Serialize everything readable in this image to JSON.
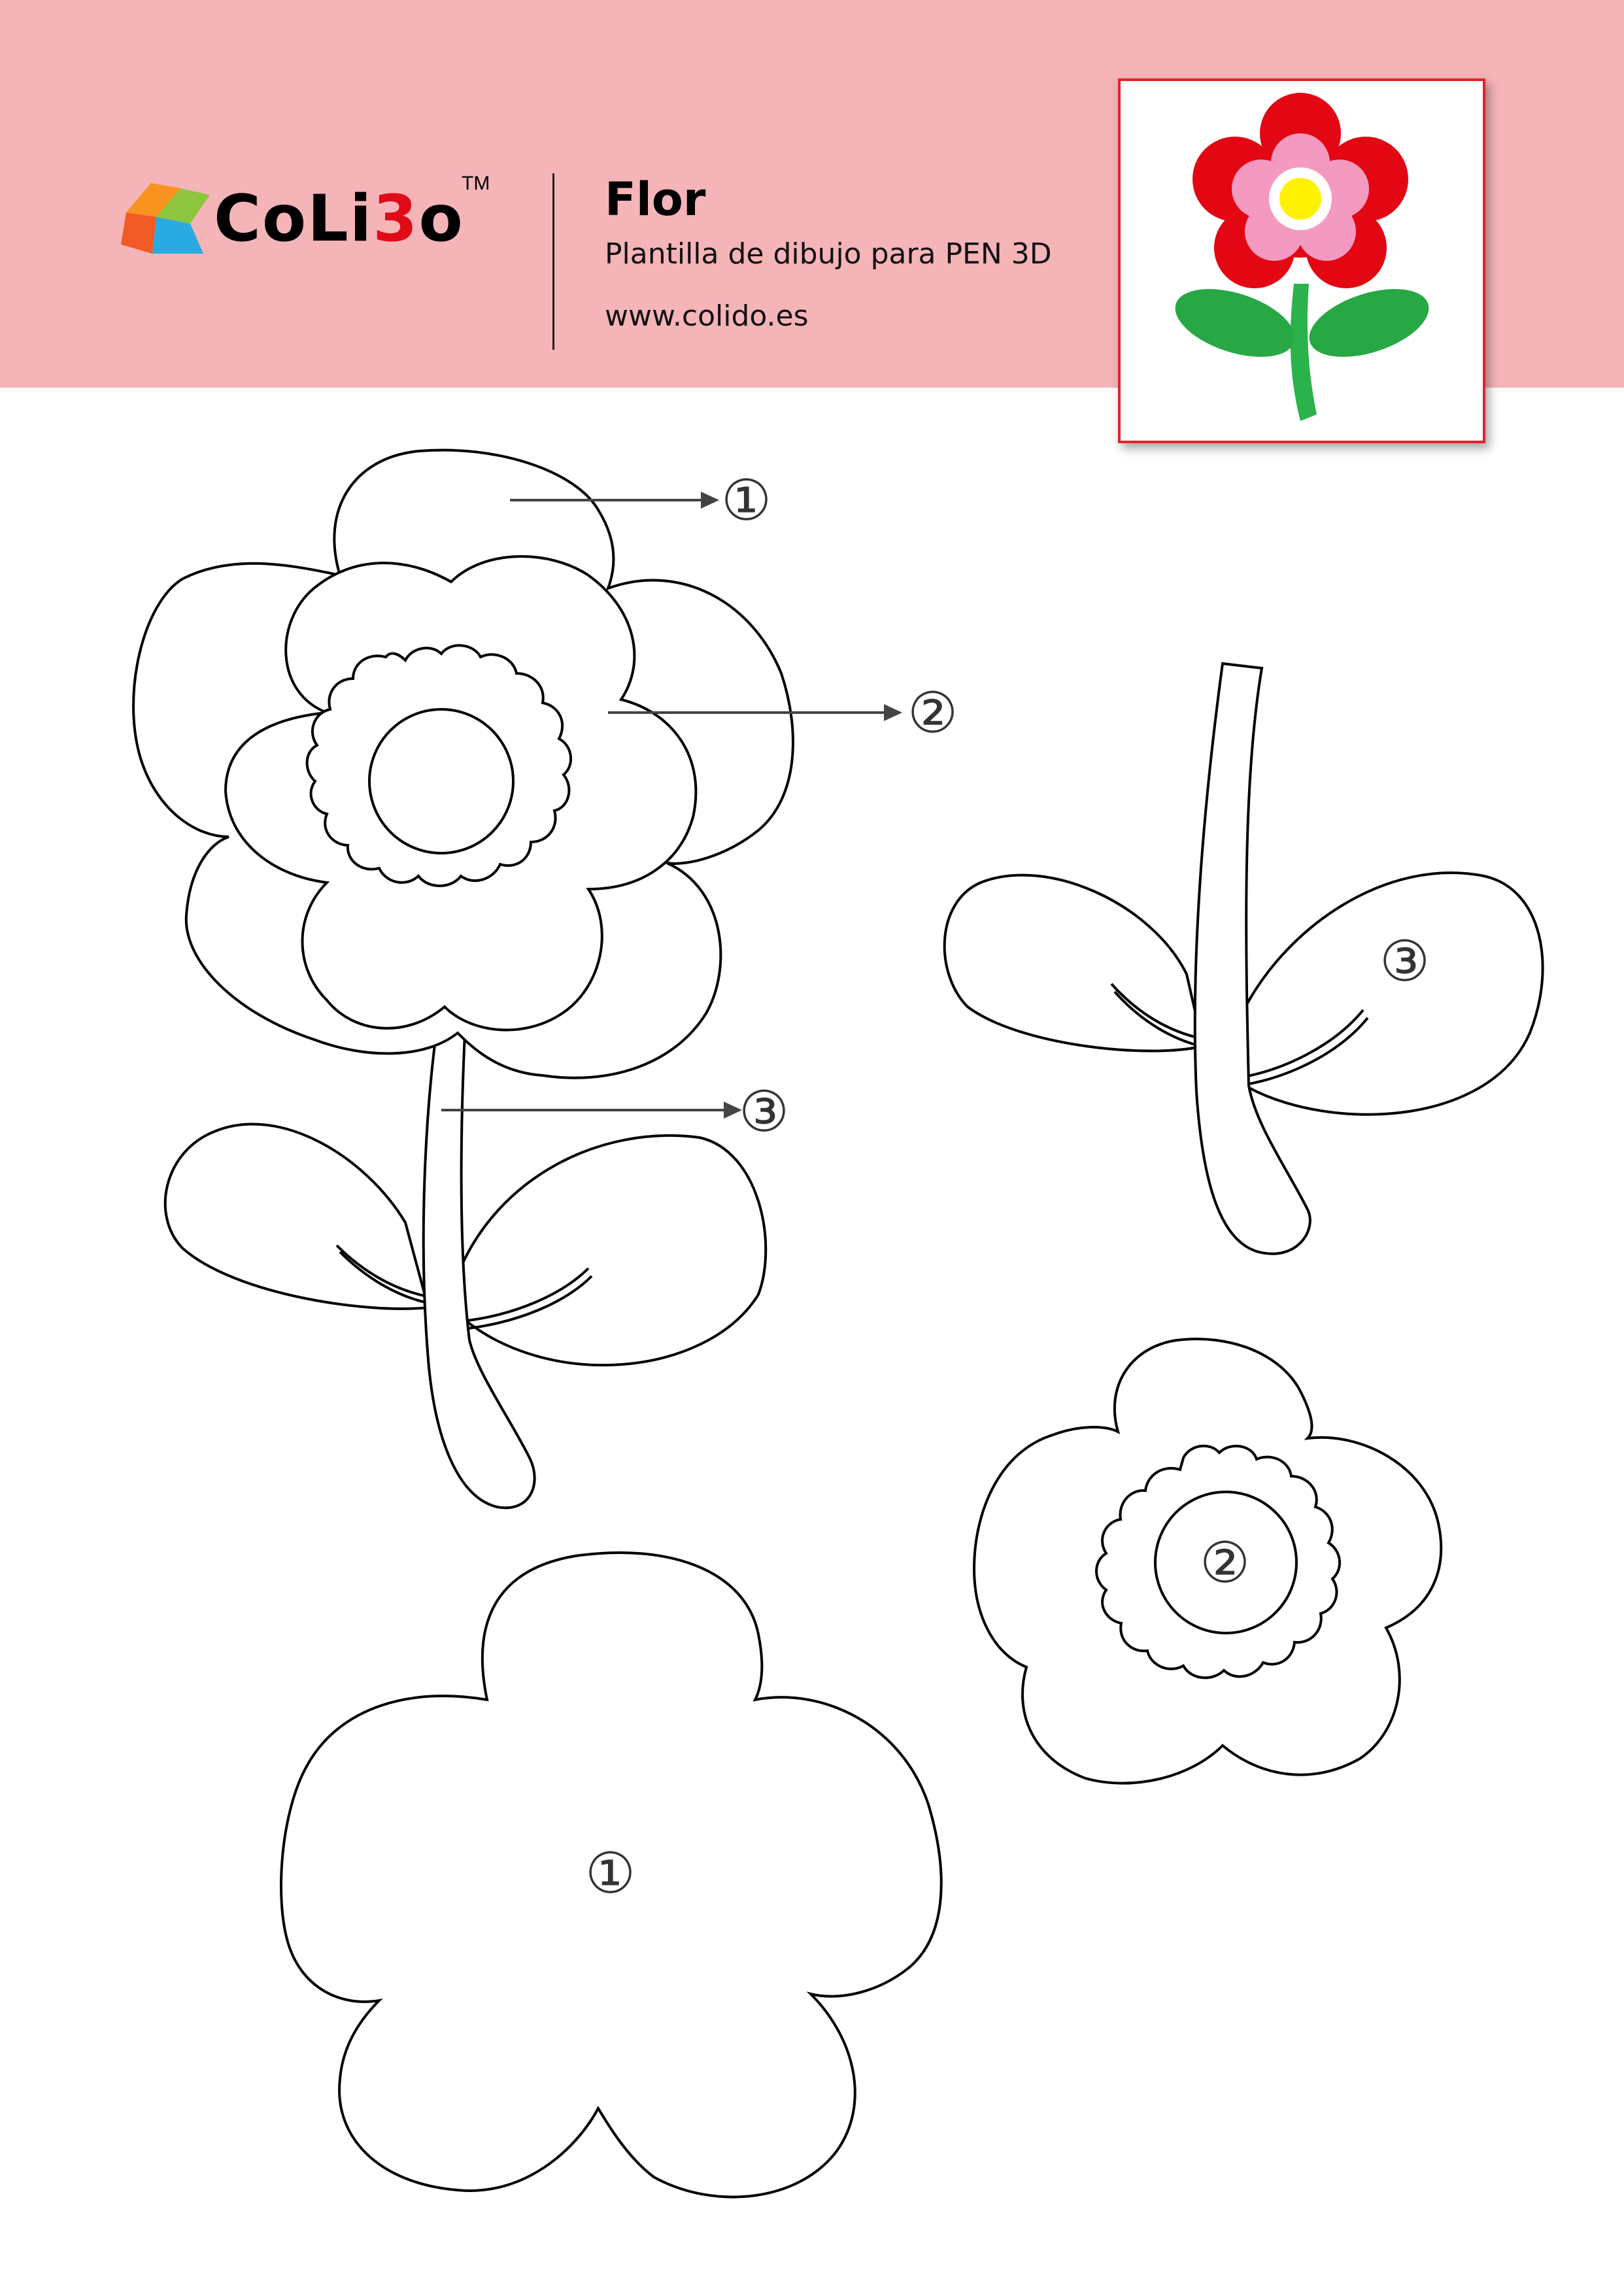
{
  "colors": {
    "header_bg": "#f5b4b8",
    "accent_red": "#e10a17",
    "thumb_border": "#e0242d"
  },
  "brand": {
    "name_part1": "CoLi",
    "name_part2": "3",
    "name_part3": "o",
    "tm": "TM"
  },
  "header": {
    "title": "Flor",
    "subtitle": "Plantilla de dibujo para PEN 3D",
    "website": "www.colido.es"
  },
  "labels": {
    "petals_outer": "①",
    "petals_inner": "②",
    "stem_leaves": "③"
  }
}
